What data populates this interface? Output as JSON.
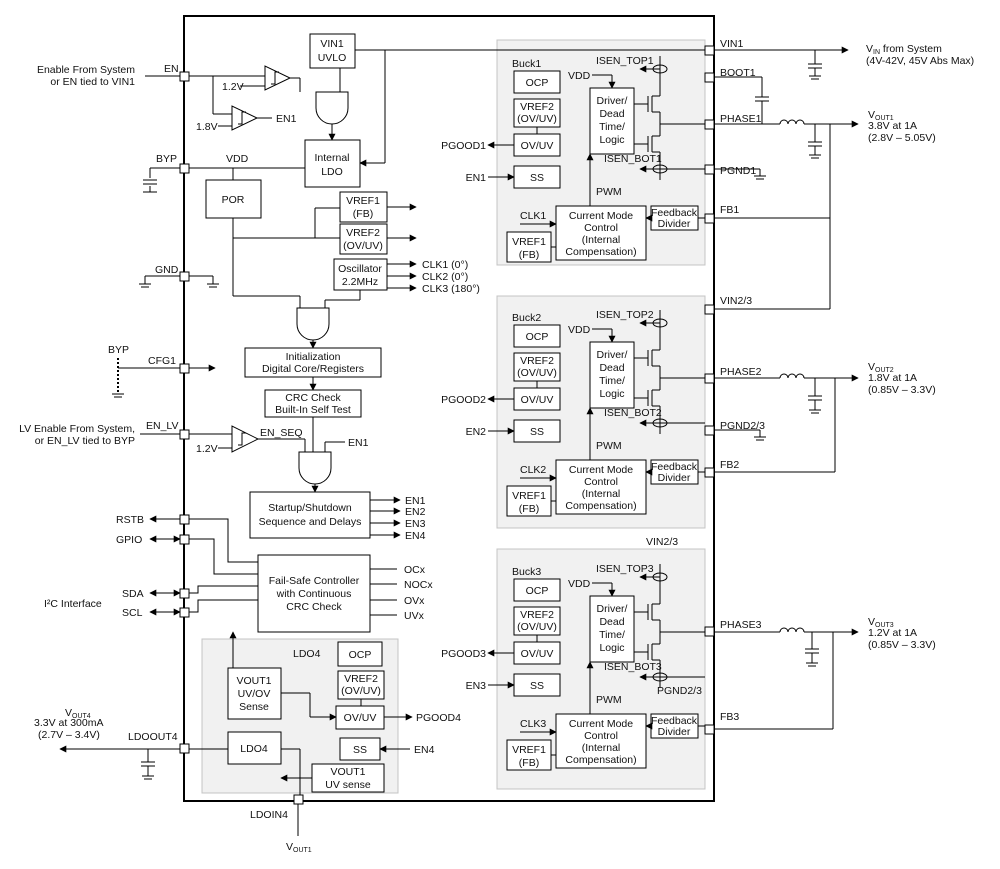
{
  "chip": {
    "pins": {
      "EN": "EN",
      "BYP": "BYP",
      "GND": "GND",
      "CFG1": "CFG1",
      "EN_LV": "EN_LV",
      "RSTB": "RSTB",
      "GPIO": "GPIO",
      "SDA": "SDA",
      "SCL": "SCL",
      "LDOOUT4": "LDOOUT4",
      "LDOIN4": "LDOIN4",
      "VIN1": "VIN1",
      "BOOT1": "BOOT1",
      "PHASE1": "PHASE1",
      "PGND1": "PGND1",
      "FB1": "FB1",
      "VIN23": "VIN2/3",
      "PHASE2": "PHASE2",
      "PGND23": "PGND2/3",
      "FB2": "FB2",
      "PHASE3": "PHASE3",
      "FB3": "FB3"
    },
    "blocks": {
      "vin1_uvlo": [
        "VIN1",
        "UVLO"
      ],
      "internal_ldo": [
        "Internal",
        "LDO"
      ],
      "por": "POR",
      "vref1_fb": [
        "VREF1",
        "(FB)"
      ],
      "vref2_ovuv": [
        "VREF2",
        "(OV/UV)"
      ],
      "oscillator": [
        "Oscillator",
        "2.2MHz"
      ],
      "init": [
        "Initialization",
        "Digital Core/Registers"
      ],
      "crc": [
        "CRC Check",
        "Built-In Self Test"
      ],
      "startup": [
        "Startup/Shutdown",
        "Sequence and Delays"
      ],
      "failsafe": [
        "Fail-Safe Controller",
        "with Continuous",
        "CRC Check"
      ]
    },
    "labels": {
      "v12": "1.2V",
      "v18": "1.8V",
      "en1": "EN1",
      "vdd": "VDD",
      "en_seq": "EN_SEQ",
      "clk1": "CLK1 (0°)",
      "clk2": "CLK2 (0°)",
      "clk3": "CLK3 (180°)",
      "seq_outs": [
        "EN1",
        "EN2",
        "EN3",
        "EN4"
      ],
      "fs_outs": [
        "OCx",
        "NOCx",
        "OVx",
        "UVx"
      ]
    },
    "ldo4": {
      "title": "LDO4",
      "ocp": "OCP",
      "vref2": [
        "VREF2",
        "(OV/UV)"
      ],
      "ovuv": "OV/UV",
      "ss": "SS",
      "sense": [
        "VOUT1",
        "UV/OV",
        "Sense"
      ],
      "ldo": "LDO4",
      "uvsense": [
        "VOUT1",
        "UV sense"
      ],
      "pgood": "PGOOD4",
      "en": "EN4"
    },
    "bucks": [
      {
        "title": "Buck1",
        "isen_top": "ISEN_TOP1",
        "isen_bot": "ISEN_BOT1",
        "pgood": "PGOOD1",
        "en": "EN1",
        "clk": "CLK1"
      },
      {
        "title": "Buck2",
        "isen_top": "ISEN_TOP2",
        "isen_bot": "ISEN_BOT2",
        "pgood": "PGOOD2",
        "en": "EN2",
        "clk": "CLK2"
      },
      {
        "title": "Buck3",
        "isen_top": "ISEN_TOP3",
        "isen_bot": "ISEN_BOT3",
        "pgood": "PGOOD3",
        "en": "EN3",
        "clk": "CLK3"
      }
    ],
    "buck_common": {
      "ocp": "OCP",
      "vref2": [
        "VREF2",
        "(OV/UV)"
      ],
      "ovuv": "OV/UV",
      "ss": "SS",
      "driver": [
        "Driver/",
        "Dead",
        "Time/",
        "Logic"
      ],
      "vdd": "VDD",
      "pwm": "PWM",
      "cmc": [
        "Current Mode",
        "Control",
        "(Internal",
        "Compensation)"
      ],
      "fbdiv": [
        "Feedback",
        "Divider"
      ],
      "vref1": [
        "VREF1",
        "(FB)"
      ]
    },
    "buck3_extra": {
      "vin23": "VIN2/3",
      "pgnd23": "PGND2/3"
    }
  },
  "external": {
    "enable_sys": [
      "Enable From System",
      "or EN tied to VIN1"
    ],
    "byp_cfg": "BYP",
    "lv_enable": [
      "LV Enable From System,",
      "or EN_LV tied to BYP"
    ],
    "i2c": "I²C Interface",
    "vout4": [
      "V",
      "OUT4",
      "3.3V at 300mA",
      "(2.7V – 3.4V)"
    ],
    "vout1_bottom": [
      "V",
      "OUT1"
    ],
    "vin_sys": [
      "V",
      "IN",
      " from System",
      "(4V-42V, 45V Abs Max)"
    ],
    "vout1": [
      "V",
      "OUT1",
      "3.8V at 1A",
      "(2.8V – 5.05V)"
    ],
    "vout2": [
      "V",
      "OUT2",
      "1.8V at 1A",
      "(0.85V – 3.3V)"
    ],
    "vout3": [
      "V",
      "OUT3",
      "1.2V at 1A",
      "(0.85V – 3.3V)"
    ]
  }
}
